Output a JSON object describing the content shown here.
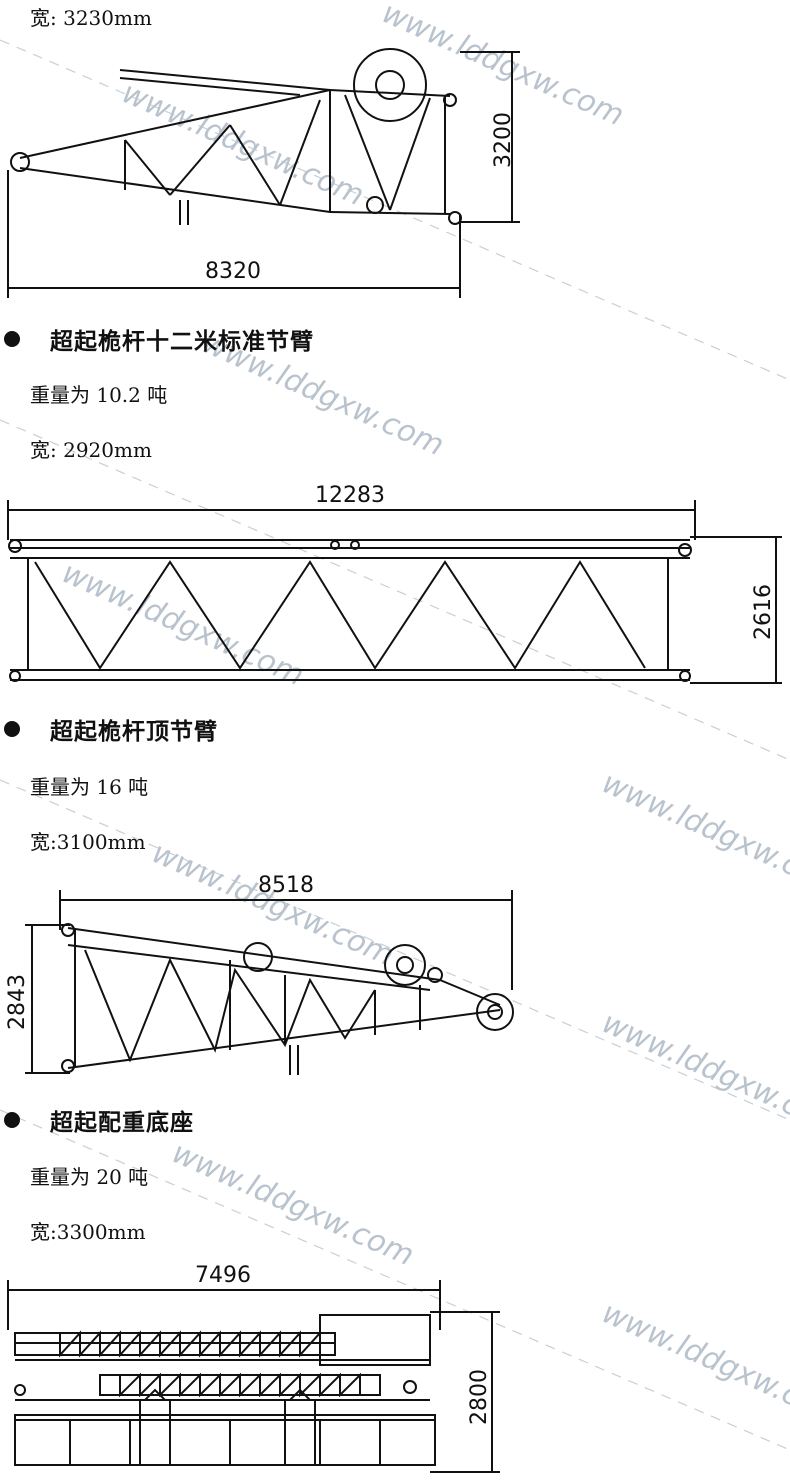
{
  "watermark": "www.lddgxw.com",
  "sections": [
    {
      "width_text": "宽: 3230mm",
      "dims": {
        "length": "8320",
        "height": "3200"
      }
    },
    {
      "title": "超起桅杆十二米标准节臂",
      "weight_text": "重量为 10.2 吨",
      "width_text": "宽: 2920mm",
      "dims": {
        "length": "12283",
        "height": "2616"
      }
    },
    {
      "title": "超起桅杆顶节臂",
      "weight_text": "重量为 16 吨",
      "width_text": "宽:3100mm",
      "dims": {
        "length": "8518",
        "height": "2843"
      }
    },
    {
      "title": "超起配重底座",
      "weight_text": "重量为 20 吨",
      "width_text": "宽:3300mm",
      "dims": {
        "length": "7496",
        "height": "2800"
      }
    }
  ]
}
